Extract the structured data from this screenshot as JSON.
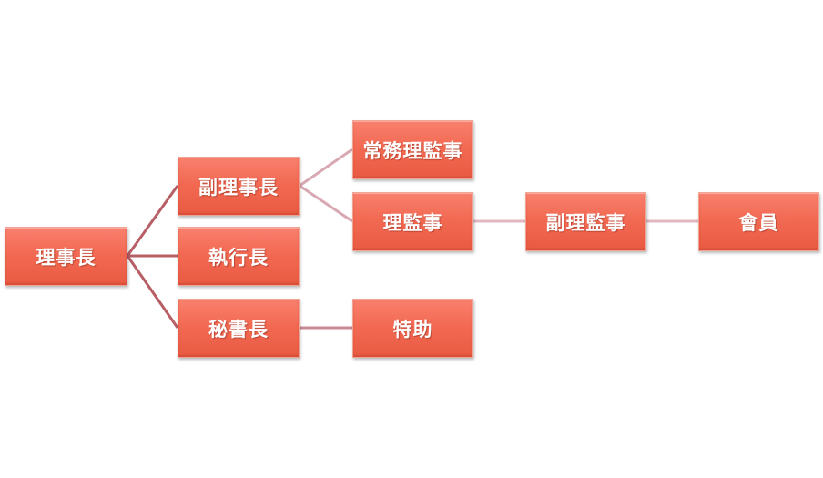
{
  "nodes": {
    "chairman": "理事長",
    "vice_chairman": "副理事長",
    "executive_director": "執行長",
    "secretary_general": "秘書長",
    "executive_supervisor": "常務理監事",
    "supervisor": "理監事",
    "vice_supervisor": "副理監事",
    "member": "會員",
    "special_assistant": "特助"
  },
  "colors": {
    "node_fill": "#f26a53",
    "node_border": "#f0a493",
    "link_main": "#b85f66",
    "link_light": "#e2b8c0"
  }
}
